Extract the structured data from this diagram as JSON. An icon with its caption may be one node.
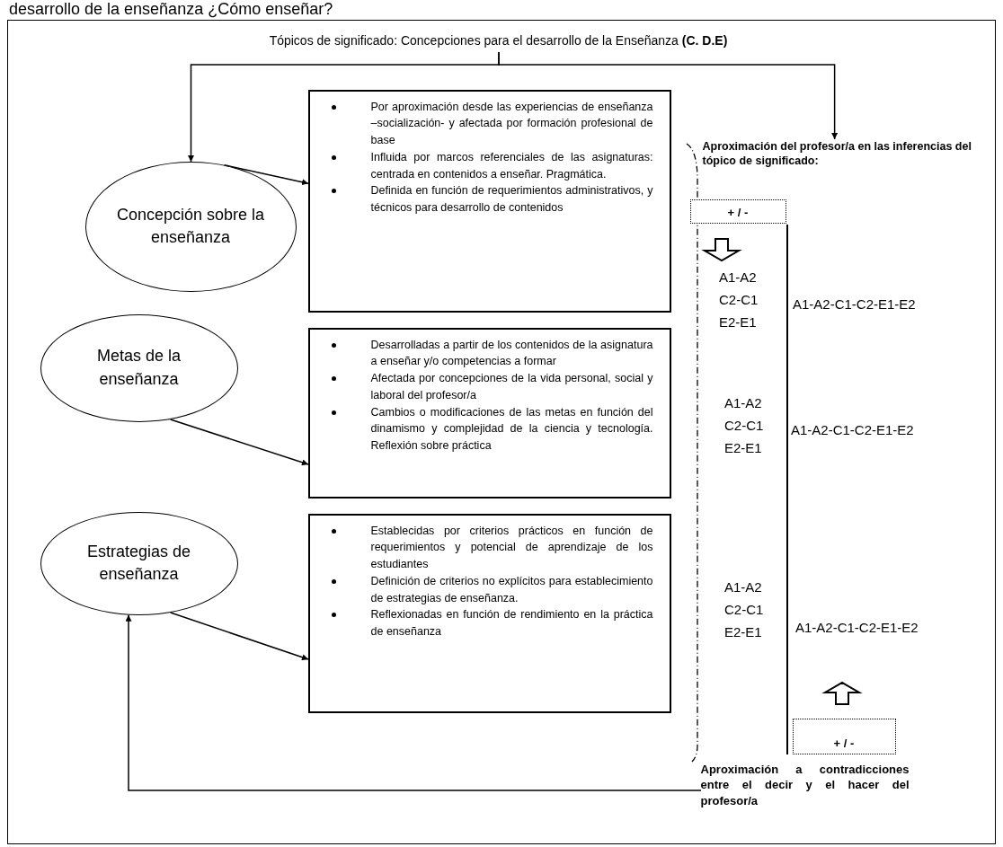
{
  "diagram": {
    "title": "desarrollo de la enseñanza ¿Cómo enseñar?",
    "nodes": [
      {
        "text": [],
        "shape": "box"
      },
      {
        "text": [
          "Tópicos de significado: Concepciones para el desarrollo de la Enseñanza  **(C. D.E)**"
        ],
        "in": 0
      },
      {
        "text": [
          "Por aproximación desde las experiencias de enseñanza –socialización- y afectada por formación profesional de base",
          "Influida por marcos referenciales de las asignaturas: centrada en contenidos a enseñar. Pragmática.",
          "Definida en función de requerimientos administrativos, y técnicos para desarrollo de contenidos"
        ],
        "in": 0
      },
      {
        "text": [
          "Aproximación del profesor/a en las inferencias del tópico de significado:"
        ],
        "in": 0
      },
      {
        "text": [
          "Concepción sobre la enseñanza"
        ],
        "in": 0
      },
      {
        "text": [
          "+ / -"
        ],
        "in": 0
      },
      {
        "text": [
          "Metas de la enseñanza"
        ],
        "in": 0
      },
      {
        "text": [
          "Desarrolladas a partir de los contenidos de la asignatura a enseñar y/o competencias a formar",
          "Afectada por concepciones de la vida personal, social y laboral del profesor/a",
          "Cambios o modificaciones de las metas en función del dinamismo y complejidad de la ciencia y tecnología. Reflexión sobre práctica"
        ],
        "in": 0
      },
      {
        "text": [
          "Estrategias de enseñanza"
        ],
        "in": 0
      },
      {
        "text": [
          "Establecidas por criterios prácticos en función de requerimientos y potencial de aprendizaje de los estudiantes",
          "Definición de criterios no explícitos para establecimiento de estrategias de enseñanza.",
          "Reflexionadas en función de rendimiento en la práctica de enseñanza"
        ],
        "in": 0
      },
      {
        "text": [
          "+ / -"
        ],
        "in": 0
      },
      {
        "text": [
          "Aproximación a contradicciones entre el decir y el hacer del profesor/a"
        ],
        "in": 0
      }
    ],
    "edges": [
      {
        "from": 1,
        "to": 4,
        "arrow": "to"
      },
      {
        "from": 1,
        "to": 3,
        "arrow": "to"
      },
      {
        "from": 4,
        "to": 2,
        "arrow": "to"
      },
      {
        "from": 6,
        "to": 7,
        "arrow": "to"
      },
      {
        "from": 8,
        "to": 9,
        "arrow": "to"
      },
      {
        "from": 11,
        "to": 8,
        "arrow": "to"
      }
    ],
    "labels": [
      "A1-A2",
      "C2-C1",
      "E2-E1",
      "A1-A2-C1-C2-E1-E2",
      "A1-A2",
      "C2-C1",
      "E2-E1",
      "A1-A2-C1-C2-E1-E2",
      "A1-A2",
      "C2-C1",
      "E2-E1",
      "A1-A2-C1-C2-E1-E2"
    ]
  }
}
